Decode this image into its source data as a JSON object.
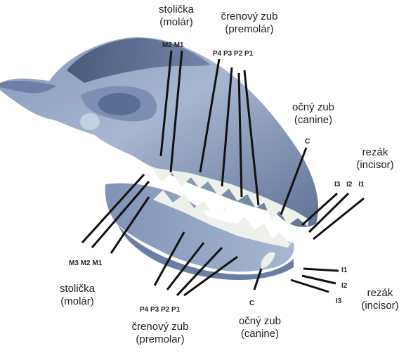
{
  "upper": {
    "molar": {
      "term": "stolička",
      "latin": "(molár)",
      "codes": [
        "M2",
        "M1"
      ]
    },
    "premolar": {
      "term": "črenový zub",
      "latin": "(premolár)",
      "codes": [
        "P4",
        "P3",
        "P2",
        "P1"
      ]
    },
    "canine": {
      "term": "očný zub",
      "latin": "(canine)",
      "code": "C"
    },
    "incisor": {
      "term": "rezák",
      "latin": "(incisor)",
      "codes": [
        "I3",
        "I2",
        "I1"
      ]
    }
  },
  "lower": {
    "molar": {
      "term": "stolička",
      "latin": "(molár)",
      "codes": [
        "M3",
        "M2",
        "M1"
      ]
    },
    "premolar": {
      "term": "črenový zub",
      "latin": "(premolar)",
      "codes": [
        "P4",
        "P3",
        "P2",
        "P1"
      ]
    },
    "canine": {
      "term": "očný zub",
      "latin": "(canine)",
      "code": "C"
    },
    "incisor": {
      "term": "rezák",
      "latin": "(incisor)",
      "codes": [
        "I1",
        "I2",
        "I3"
      ]
    }
  },
  "colors": {
    "skull_light": "#9fb0cc",
    "skull_mid": "#6f83a6",
    "skull_dark": "#47587a",
    "tooth": "#f1f1ec",
    "leader": "#111111",
    "text": "#222222"
  }
}
